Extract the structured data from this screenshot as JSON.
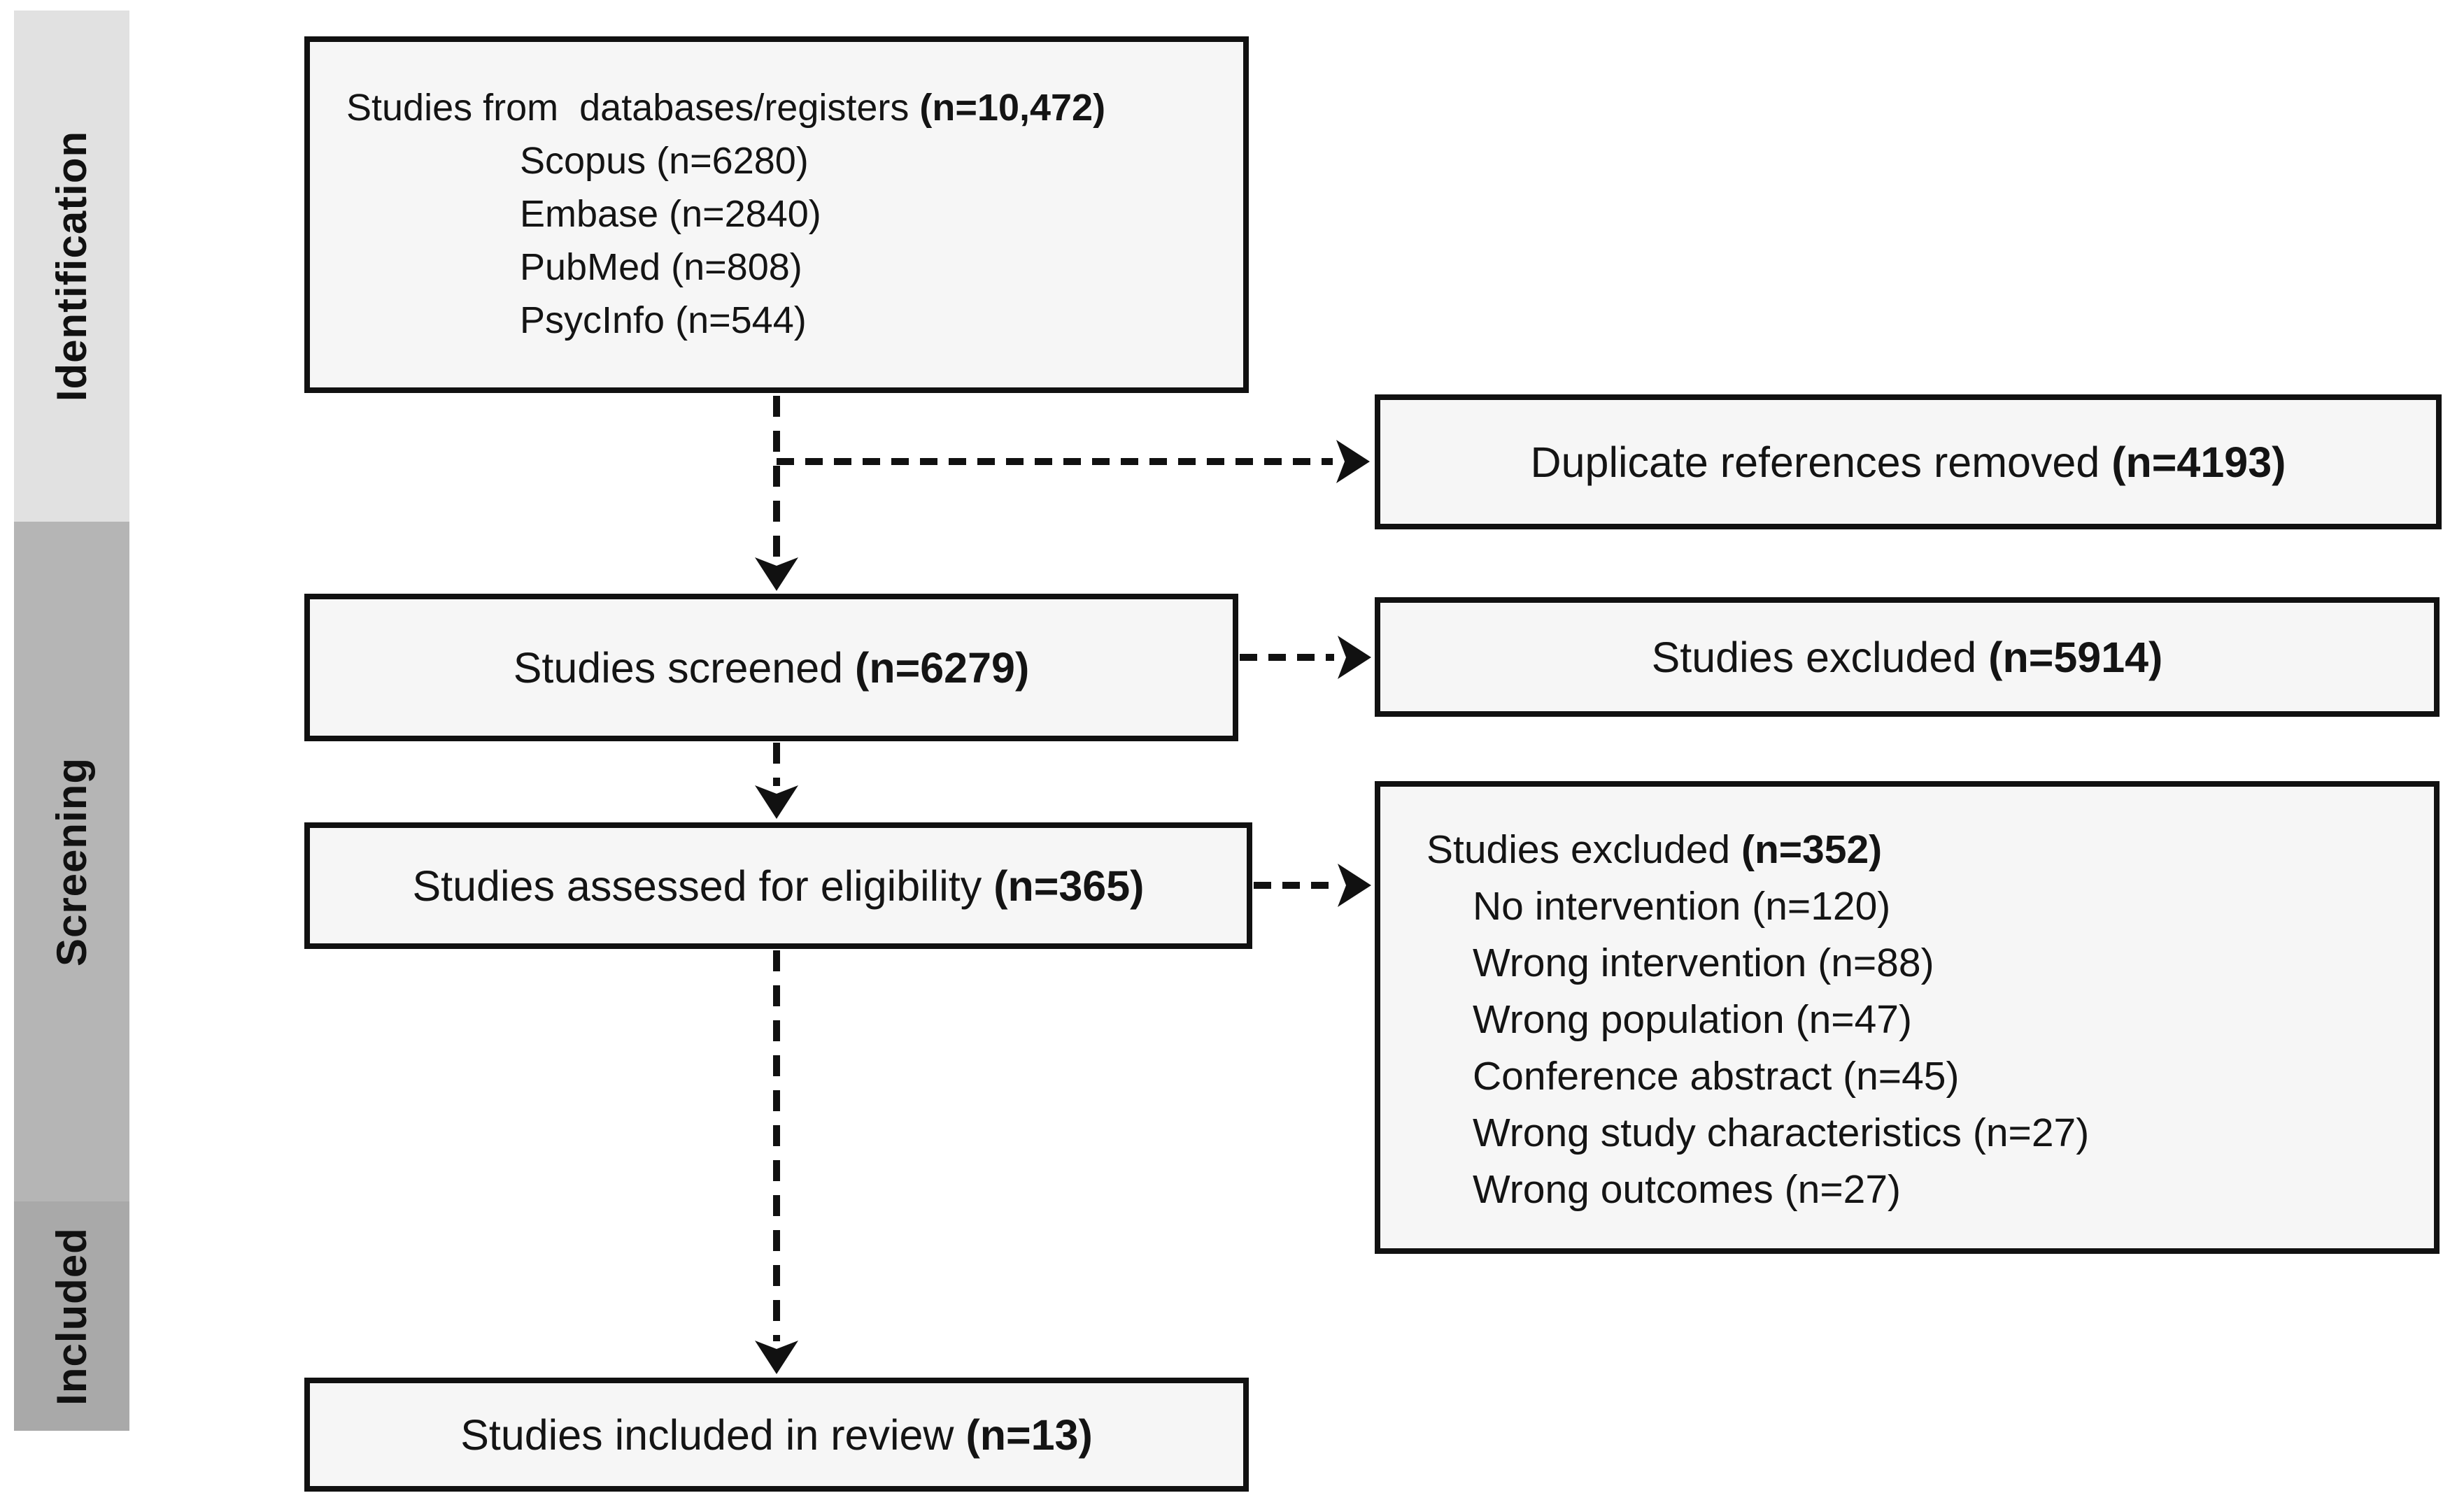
{
  "sidebar": {
    "bands": [
      {
        "label": "Identification",
        "color": "#e1e1e1"
      },
      {
        "label": "Screening",
        "color": "#b5b5b5"
      },
      {
        "label": "Included",
        "color": "#a9a9a9"
      }
    ]
  },
  "boxes": {
    "databases": {
      "title": "Studies from  databases/registers",
      "count": "(n=10,472)",
      "items": [
        "Scopus (n=6280)",
        "Embase (n=2840)",
        "PubMed (n=808)",
        "PsycInfo (n=544)"
      ]
    },
    "duplicates": {
      "title": "Duplicate references removed",
      "count": "(n=4193)"
    },
    "screened": {
      "title": "Studies screened",
      "count": "(n=6279)"
    },
    "excluded_screening": {
      "title": "Studies excluded",
      "count": "(n=5914)"
    },
    "assessed": {
      "title": "Studies assessed for eligibility",
      "count": "(n=365)"
    },
    "excluded_eligibility": {
      "title": "Studies excluded",
      "count": "(n=352)",
      "items": [
        "No intervention (n=120)",
        "Wrong intervention (n=88)",
        "Wrong population (n=47)",
        "Conference abstract (n=45)",
        "Wrong study characteristics (n=27)",
        "Wrong outcomes (n=27)"
      ]
    },
    "included": {
      "title": "Studies included in review",
      "count": "(n=13)"
    }
  },
  "colors": {
    "background": "#ffffff",
    "box_fill": "#f6f6f6",
    "box_border": "#111111",
    "arrow": "#111111",
    "sidebar_identification": "#e1e1e1",
    "sidebar_screening": "#b5b5b5",
    "sidebar_included": "#a9a9a9",
    "text": "#141414"
  }
}
